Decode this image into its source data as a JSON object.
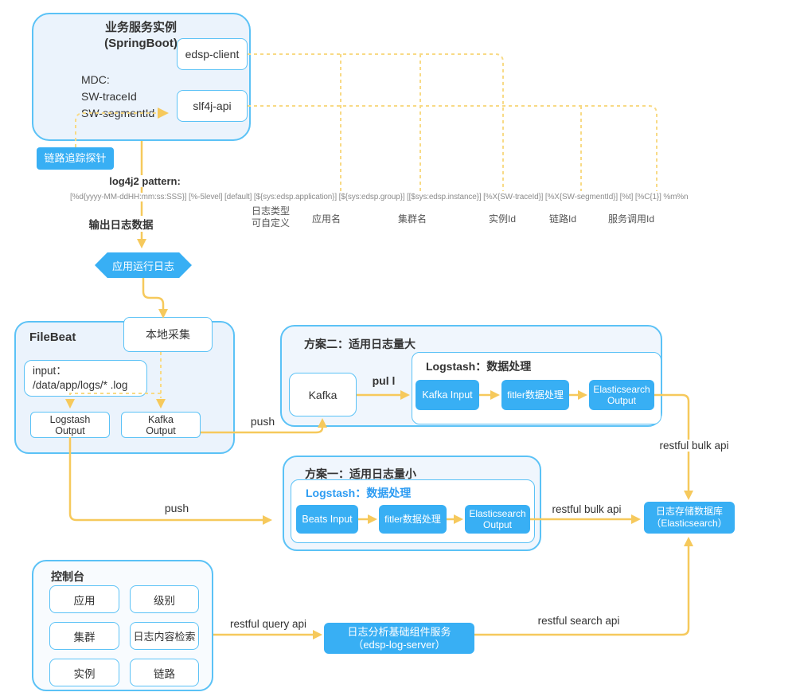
{
  "springboot": {
    "title": "业务服务实例",
    "subtitle": "(SpringBoot)",
    "mdc": "MDC:\nSW-traceId\nSW-segmentId",
    "edsp_client": "edsp-client",
    "slf4j_api": "slf4j-api"
  },
  "probe_badge": {
    "label": "链路追踪探针"
  },
  "log_pattern": {
    "title": "log4j2 pattern:",
    "pattern": "[%d{yyyy-MM-ddHH:mm:ss:SSS}] [%-5level] [default] [${sys:edsp.application}] [${sys:edsp.group}] [[$sys:edsp.instance}] [%X{SW-traceId}] [%X{SW-segmentId}] [%t] [%C{1}] %m%n",
    "output_label": "输出日志数据",
    "annotations": [
      "日志类型\n可自定义",
      "应用名",
      "集群名",
      "实例Id",
      "链路Id",
      "服务调用Id"
    ]
  },
  "app_log_hexagon": {
    "label": "应用运行日志"
  },
  "filebeat": {
    "title": "FileBeat",
    "local_collect": "本地采集",
    "input": "input：\n/data/app/logs/* .log",
    "logstash_output": "Logstash\nOutput",
    "kafka_output": "Kafka\nOutput"
  },
  "plan2": {
    "title": "方案二：适用日志量大",
    "kafka": "Kafka",
    "logstash_title": "Logstash：数据处理",
    "kafka_input": "Kafka Input",
    "filter": "fitler数据处理",
    "es_output": "Elasticsearch\nOutput"
  },
  "plan1": {
    "title": "方案一：适用日志量小",
    "logstash_title": "Logstash：数据处理",
    "beats_input": "Beats Input",
    "filter": "fitler数据处理",
    "es_output": "Elasticsearch\nOutput"
  },
  "es_store": {
    "label": "日志存储数据库\n（Elasticsearch）"
  },
  "console": {
    "title": "控制台",
    "items": [
      "应用",
      "级别",
      "集群",
      "日志内容检索",
      "实例",
      "链路"
    ]
  },
  "log_server": {
    "label": "日志分析基础组件服务\n（edsp-log-server）"
  },
  "edge_labels": {
    "pull": "pul l",
    "push_kafka": "push",
    "push_logstash": "push",
    "restful_bulk_api_plan2": "restful bulk api",
    "restful_bulk_api_plan1": "restful bulk api",
    "restful_query_api": "restful query api",
    "restful_search_api": "restful search api"
  },
  "colors": {
    "accent_blue": "#38AFF4",
    "border_blue": "#5BC2F6",
    "panel_fill": "#EBF3FC",
    "line_yellow": "#F6C95C",
    "line_yellow_dashed": "#F8DA85"
  }
}
